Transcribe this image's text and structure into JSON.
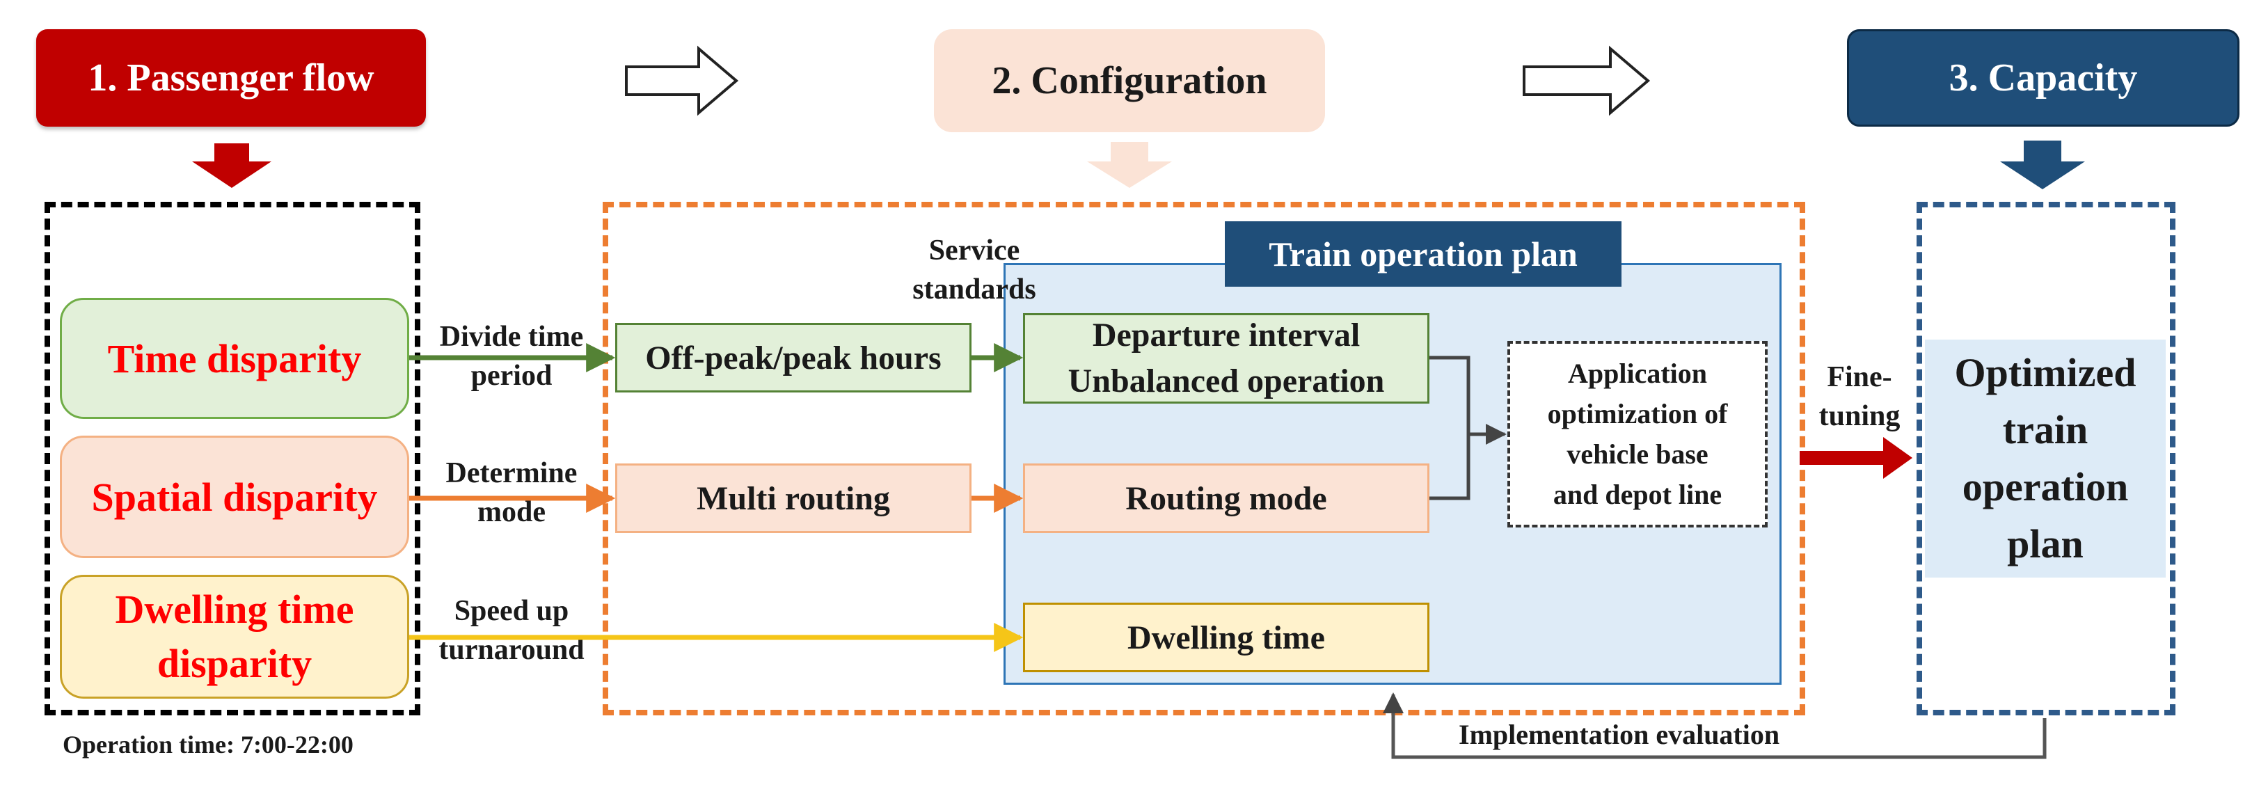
{
  "stages": {
    "passenger_flow": "1. Passenger flow",
    "configuration": "2. Configuration",
    "capacity": "3. Capacity"
  },
  "disparities": {
    "time": "Time disparity",
    "spatial": "Spatial disparity",
    "dwelling_line1": "Dwelling time",
    "dwelling_line2": "disparity"
  },
  "operation_time": "Operation time: 7:00-22:00",
  "connectors": {
    "divide_line1": "Divide time",
    "divide_line2": "period",
    "determine_line1": "Determine",
    "determine_line2": "mode",
    "speed_line1": "Speed up",
    "speed_line2": "turnaround",
    "fine_line1": "Fine-",
    "fine_line2": "tuning"
  },
  "configuration": {
    "offpeak": "Off-peak/peak hours",
    "multi_routing": "Multi routing",
    "service_line1": "Service",
    "service_line2": "standards"
  },
  "plan": {
    "title": "Train operation plan",
    "departure_line1": "Departure interval",
    "departure_line2": "Unbalanced operation",
    "routing_mode": "Routing mode",
    "dwelling_time": "Dwelling time",
    "app_line1": "Application",
    "app_line2": "optimization of",
    "app_line3": "vehicle base",
    "app_line4": "and depot line"
  },
  "output": {
    "line1": "Optimized",
    "line2": "train",
    "line3": "operation",
    "line4": "plan"
  },
  "feedback": "Implementation evaluation",
  "colors": {
    "red": "#c00000",
    "navy": "#1f4e79",
    "orange": "#ed7d31",
    "green": "#548235",
    "yellow": "#f5c518",
    "panel_blue": "#deebf7"
  }
}
